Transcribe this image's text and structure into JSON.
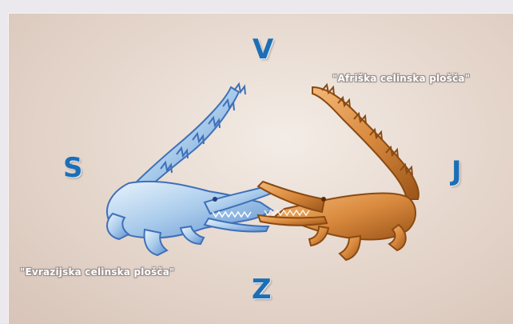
{
  "compass": {
    "north": "V",
    "west": "S",
    "east": "J",
    "south": "Z"
  },
  "plates": {
    "african": "\"Afriška celinska plošča\"",
    "eurasian": "\"Evrazijska celinska plošča\""
  },
  "crocodiles": [
    {
      "name": "eurasian-crocodile",
      "color": "#a9cbeb"
    },
    {
      "name": "african-crocodile",
      "color": "#d98a3e"
    }
  ]
}
